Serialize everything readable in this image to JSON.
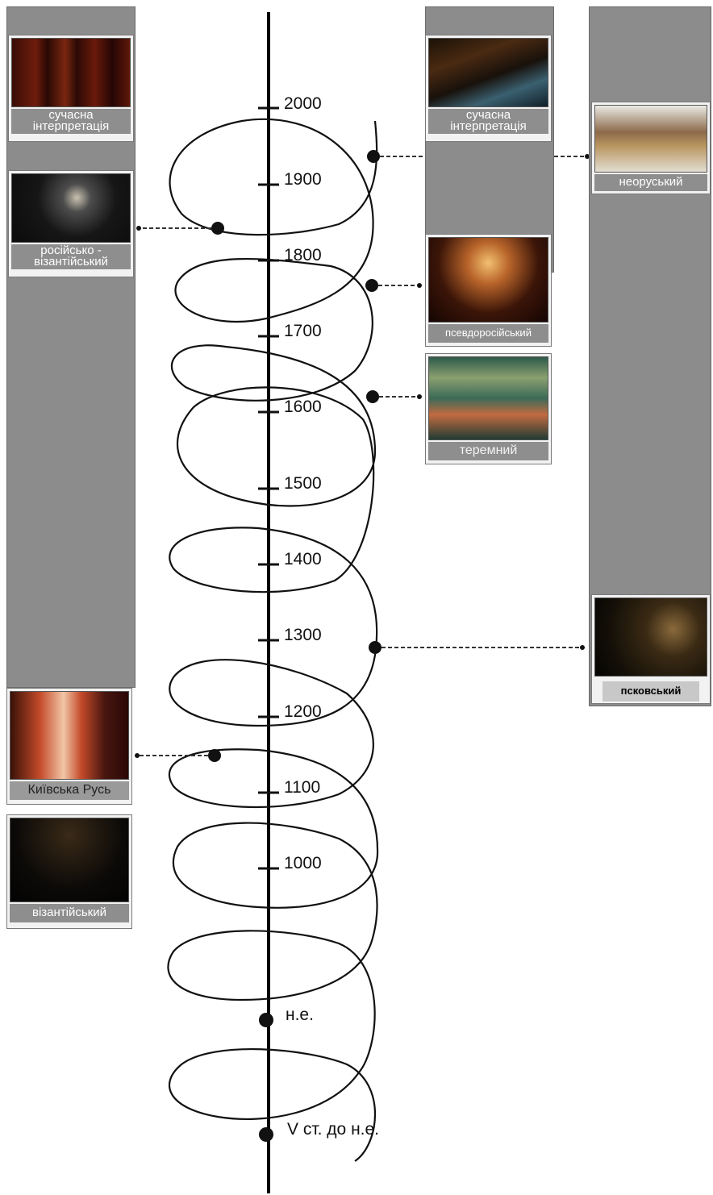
{
  "timeline": {
    "years": [
      "2000",
      "1900",
      "1800",
      "1700",
      "1600",
      "1500",
      "1400",
      "1300",
      "1200",
      "1100",
      "1000"
    ],
    "era_label": "н.е.",
    "start_label": "V ст. до н.е."
  },
  "cards": {
    "left_modern": {
      "caption": "сучасна інтерпретація",
      "icon": "chapel-interior-photo"
    },
    "left_russian_byzantine": {
      "caption": "російсько - візантійський",
      "icon": "dome-interior-photo"
    },
    "left_kyivan_rus": {
      "caption": "Київська Русь",
      "icon": "red-vaulted-hall-photo"
    },
    "left_byzantine": {
      "caption": "візантійський",
      "icon": "dark-dome-photo"
    },
    "mid_modern": {
      "caption": "сучасна інтерпретація",
      "icon": "modern-interior-photo"
    },
    "mid_pseudo_russian": {
      "caption": "псевдоросійський",
      "icon": "candlelit-hall-photo"
    },
    "mid_terem": {
      "caption": "теремний",
      "icon": "painted-chamber-photo"
    },
    "right_neo_russian": {
      "caption": "неоруський",
      "icon": "iconostasis-hall-photo"
    },
    "right_pskov": {
      "caption": "псковський",
      "icon": "dark-church-photo"
    }
  },
  "colors": {
    "column": "#8c8c8c",
    "line": "#000000",
    "leader": "#333333"
  }
}
